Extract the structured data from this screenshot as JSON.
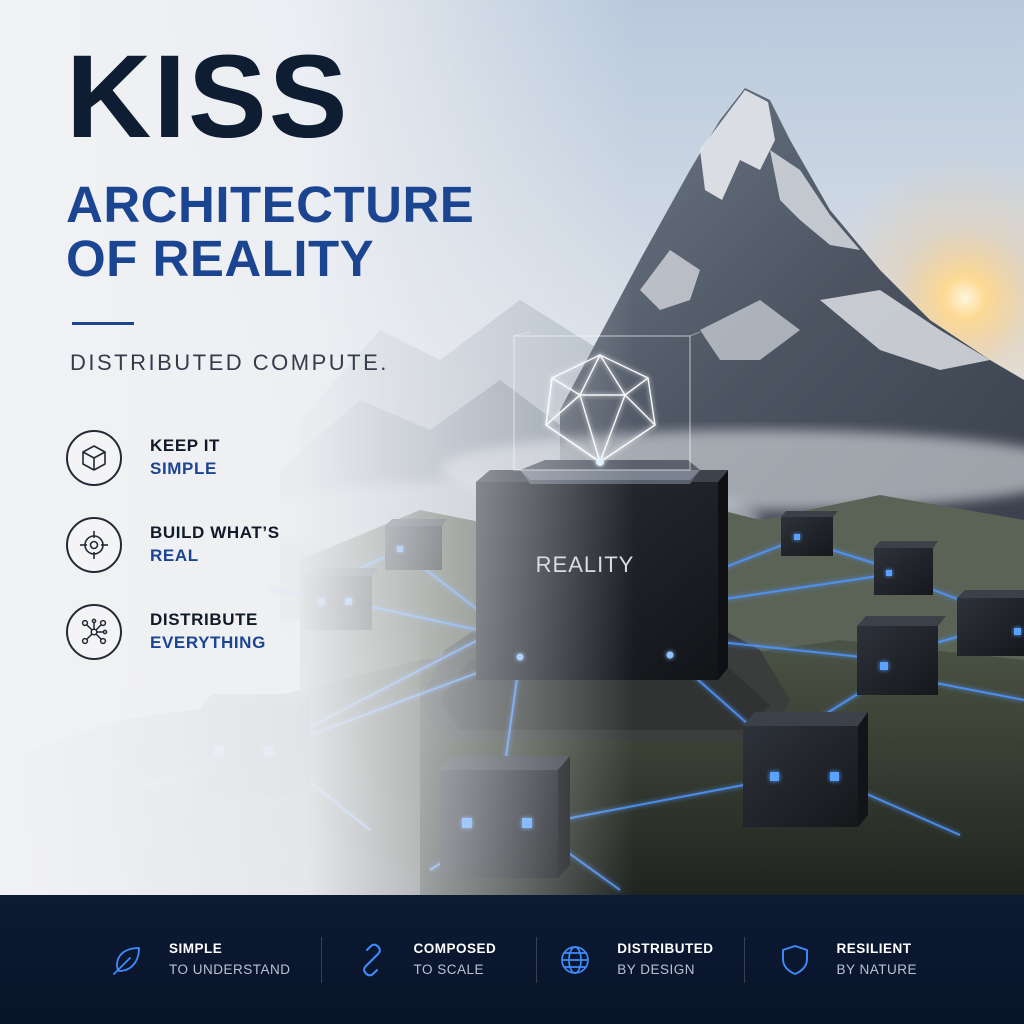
{
  "header": {
    "title": "KISS",
    "subtitle_line1": "ARCHITECTURE",
    "subtitle_line2": "OF REALITY",
    "tagline": "DISTRIBUTED COMPUTE."
  },
  "scene": {
    "cube_label": "REALITY"
  },
  "principles": [
    {
      "line1": "KEEP IT",
      "line2": "SIMPLE",
      "icon": "cube-icon"
    },
    {
      "line1": "BUILD WHAT’S",
      "line2": "REAL",
      "icon": "target-icon"
    },
    {
      "line1": "DISTRIBUTE",
      "line2": "EVERYTHING",
      "icon": "network-icon"
    }
  ],
  "footer": [
    {
      "line1": "SIMPLE",
      "line2": "TO UNDERSTAND",
      "icon": "leaf-icon"
    },
    {
      "line1": "COMPOSED",
      "line2": "TO SCALE",
      "icon": "link-icon"
    },
    {
      "line1": "DISTRIBUTED",
      "line2": "BY DESIGN",
      "icon": "globe-icon"
    },
    {
      "line1": "RESILIENT",
      "line2": "BY NATURE",
      "icon": "shield-icon"
    }
  ],
  "colors": {
    "navy": "#0f1d33",
    "brand_blue": "#1c4591",
    "glow_blue": "#3f8cff",
    "footer_bg": "#0c1a33"
  }
}
